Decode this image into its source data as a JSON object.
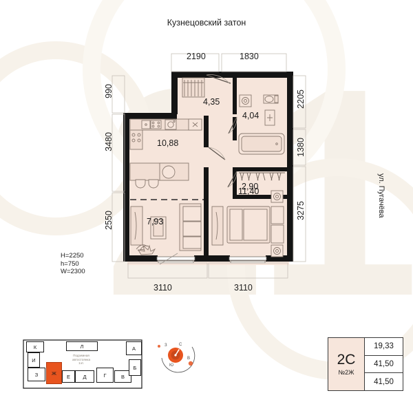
{
  "header": {
    "complex_title": "Кузнецовский затон"
  },
  "street_label": "ул. Пугачёва",
  "dimensions": {
    "top": [
      "2190",
      "1830"
    ],
    "left": [
      "990",
      "3480",
      "2550"
    ],
    "right": [
      "2205",
      "1380",
      "3275"
    ],
    "bottom": [
      "3110",
      "3110"
    ]
  },
  "spec": {
    "text": "H=2250\nh=750\nW=2300"
  },
  "rooms": [
    {
      "name": "hallway",
      "area": "4,35"
    },
    {
      "name": "bathroom",
      "area": "4,04"
    },
    {
      "name": "kitchen-living",
      "area": "10,88"
    },
    {
      "name": "wardrobe",
      "area": "2,90"
    },
    {
      "name": "living-room",
      "area": "7,93"
    },
    {
      "name": "bedroom",
      "area": "11,40"
    }
  ],
  "info": {
    "type": "2С",
    "number": "№2Ж",
    "values": [
      "19,33",
      "41,50",
      "41,50"
    ]
  },
  "minimap": {
    "caption": "Подземная\nавтостоянка\n1эт.",
    "sections": [
      {
        "label": "К",
        "highlighted": false
      },
      {
        "label": "И",
        "highlighted": false
      },
      {
        "label": "З",
        "highlighted": false
      },
      {
        "label": "Ж",
        "highlighted": true
      },
      {
        "label": "Е",
        "highlighted": false
      },
      {
        "label": "Д",
        "highlighted": false
      },
      {
        "label": "Г",
        "highlighted": false
      },
      {
        "label": "В",
        "highlighted": false
      },
      {
        "label": "Б",
        "highlighted": false
      },
      {
        "label": "А",
        "highlighted": false
      },
      {
        "label": "Л",
        "highlighted": false
      }
    ],
    "highlight_color": "#e8541e"
  },
  "compass": {
    "north": "С",
    "east": "В",
    "south": "Ю",
    "west": "З"
  },
  "colors": {
    "room_fill": "#f6e5db",
    "wall": "#141414",
    "accent": "#e8541e",
    "watermark": "#f5f0e8"
  }
}
